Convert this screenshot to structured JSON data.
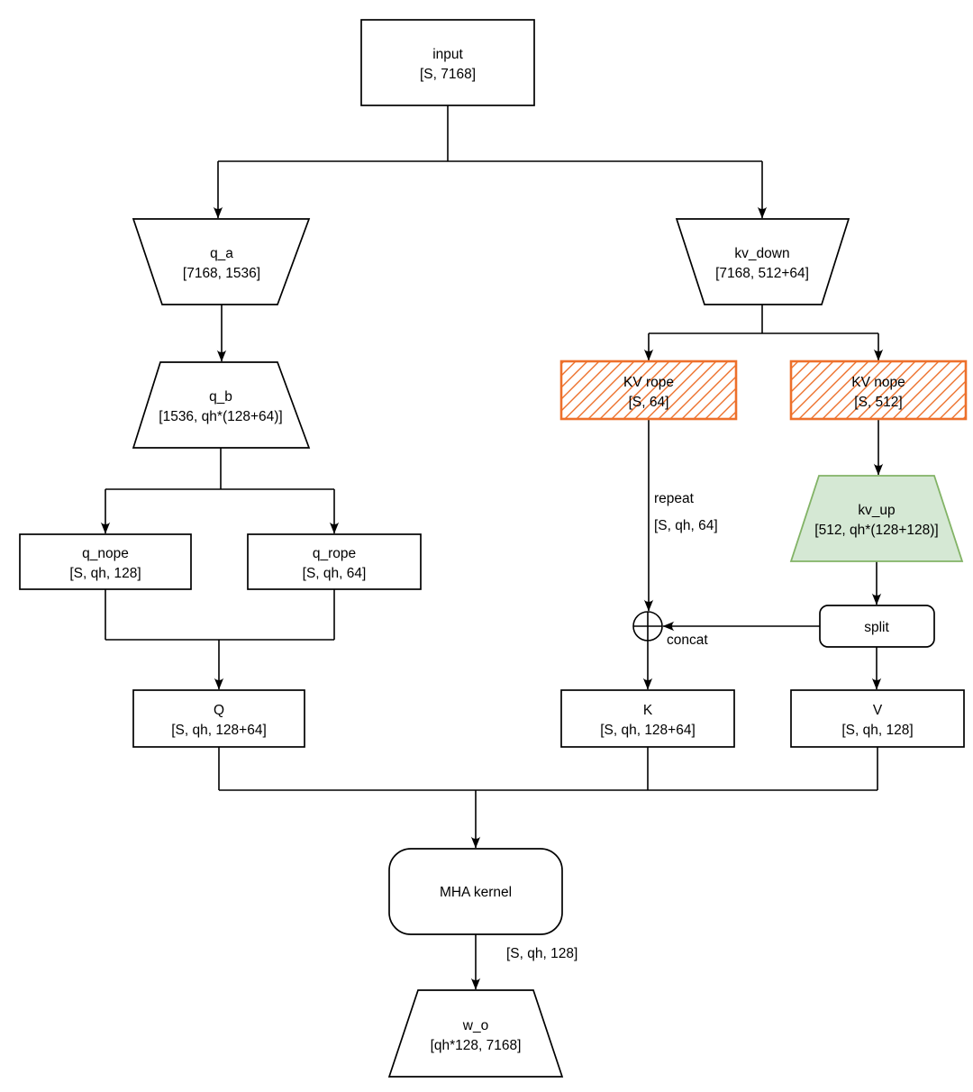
{
  "diagram": {
    "nodes": {
      "input": {
        "label": "input",
        "dims": "[S, 7168]"
      },
      "q_a": {
        "label": "q_a",
        "dims": "[7168, 1536]"
      },
      "q_b": {
        "label": "q_b",
        "dims": "[1536, qh*(128+64)]"
      },
      "q_nope": {
        "label": "q_nope",
        "dims": "[S, qh, 128]"
      },
      "q_rope": {
        "label": "q_rope",
        "dims": "[S, qh, 64]"
      },
      "q": {
        "label": "Q",
        "dims": "[S, qh, 128+64]"
      },
      "kv_down": {
        "label": "kv_down",
        "dims": "[7168, 512+64]"
      },
      "kv_rope": {
        "label": "KV rope",
        "dims": "[S, 64]"
      },
      "kv_nope": {
        "label": "KV nope",
        "dims": "[S, 512]"
      },
      "kv_up": {
        "label": "kv_up",
        "dims": "[512, qh*(128+128)]"
      },
      "split": {
        "label": "split"
      },
      "k": {
        "label": "K",
        "dims": "[S, qh, 128+64]"
      },
      "v": {
        "label": "V",
        "dims": "[S, qh, 128]"
      },
      "mha": {
        "label": "MHA kernel"
      },
      "w_o": {
        "label": "w_o",
        "dims": "[qh*128, 7168]"
      }
    },
    "edge_labels": {
      "repeat": "repeat",
      "repeat_dims": "[S, qh, 64]",
      "concat": "concat",
      "mha_out_dims": "[S, qh, 128]"
    },
    "colors": {
      "edge": "#000000",
      "node_border": "#000000",
      "node_fill": "#ffffff",
      "hatch_orange": "#ED702B",
      "green_fill": "#D5E8D4",
      "green_border": "#82B366"
    }
  }
}
